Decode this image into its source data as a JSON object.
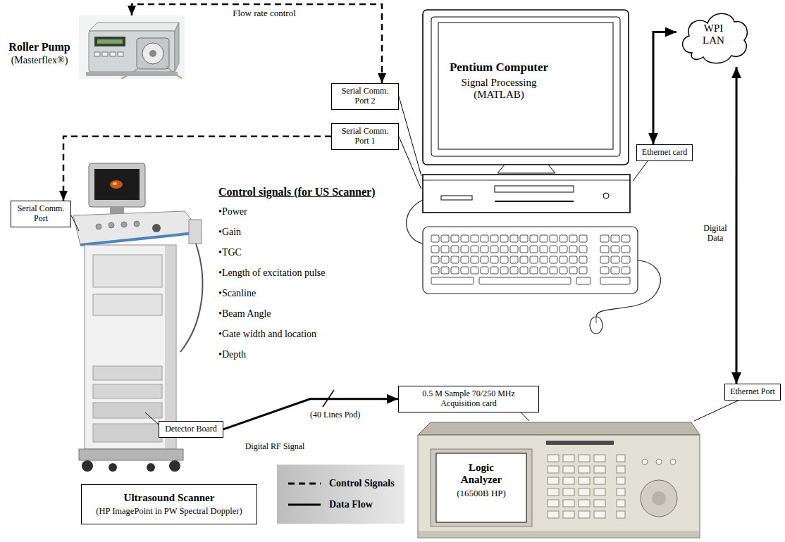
{
  "diagram": {
    "nodes": [
      {
        "text": [
          "Roller Pump",
          "(Masterflex®)"
        ]
      },
      {
        "text": [
          "Pentium Computer",
          "Signal Processing (MATLAB)"
        ]
      },
      {
        "text": [
          "Serial Comm. Port 2"
        ]
      },
      {
        "text": [
          "Serial Comm. Port 1"
        ]
      },
      {
        "text": [
          "Ethernet card"
        ]
      },
      {
        "text": [
          "WPI LAN"
        ]
      },
      {
        "text": [
          "Serial Comm. Port"
        ]
      },
      {
        "text": [
          "Detector Board"
        ]
      },
      {
        "text": [
          "Ultrasound Scanner",
          "(HP ImagePoint in PW Spectral Doppler)"
        ]
      },
      {
        "text": [
          "0.5 M Sample 70/250 MHz Acquisition card"
        ]
      },
      {
        "text": [
          "Logic Analyzer",
          "(16500B HP)"
        ]
      },
      {
        "text": [
          "Ethernet Port"
        ]
      }
    ],
    "edges": [
      {
        "from": 2,
        "to": 0,
        "arrow": "both",
        "label": "Flow rate control"
      },
      {
        "from": 3,
        "to": 6,
        "arrow": "to"
      },
      {
        "from": 4,
        "to": 5,
        "arrow": "both"
      },
      {
        "from": 5,
        "to": 11,
        "arrow": "both",
        "label": "Digital Data"
      },
      {
        "from": 7,
        "to": 9,
        "arrow": "to",
        "label": "Digital RF Signal"
      },
      {
        "from": 2,
        "to": 1,
        "arrow": "none"
      },
      {
        "from": 3,
        "to": 1,
        "arrow": "none"
      },
      {
        "from": 4,
        "to": 1,
        "arrow": "none"
      },
      {
        "from": 9,
        "to": 10,
        "arrow": "none"
      },
      {
        "from": 11,
        "to": 10,
        "arrow": "none"
      }
    ],
    "labels": [
      "Control signals (for US Scanner)",
      "•Power",
      "•Gain",
      "•TGC",
      "•Length of excitation pulse",
      "•Scanline",
      "•Beam Angle",
      "•Gate width and location",
      "•Depth",
      "(40 Lines Pod)"
    ],
    "legend": [
      {
        "text": "Control Signals"
      },
      {
        "text": "Data Flow"
      }
    ]
  }
}
